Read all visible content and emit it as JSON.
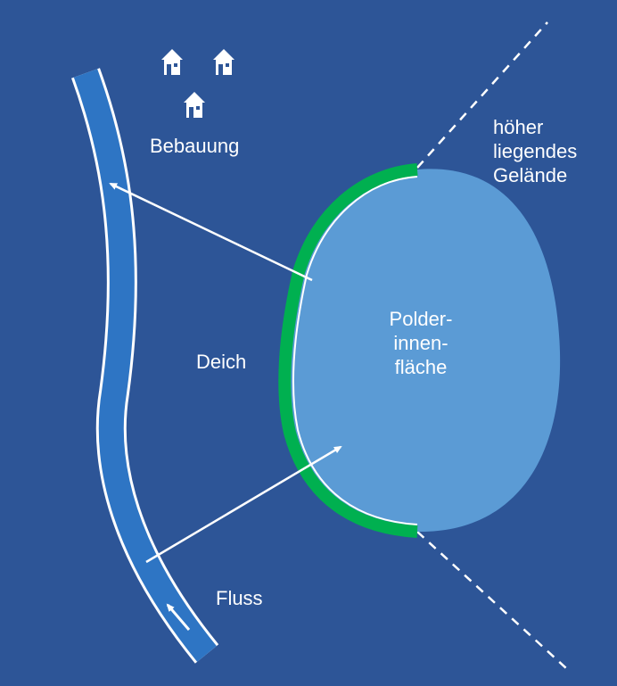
{
  "labels": {
    "bebauung": "Bebauung",
    "deich": "Deich",
    "fluss": "Fluss",
    "gelaende_lines": [
      "höher",
      "liegendes",
      "Gelände"
    ],
    "polder_lines": [
      "Polder-",
      "innen-",
      "fläche"
    ]
  },
  "colors": {
    "background": "#2d5597",
    "river": "#2e75c4",
    "polder_fill": "#5b9bd5",
    "dike": "#00b050",
    "lines": "#ffffff"
  },
  "icons": [
    "house-icon",
    "house-icon",
    "house-icon",
    "arrow-icon",
    "arrow-icon",
    "arrow-icon"
  ]
}
